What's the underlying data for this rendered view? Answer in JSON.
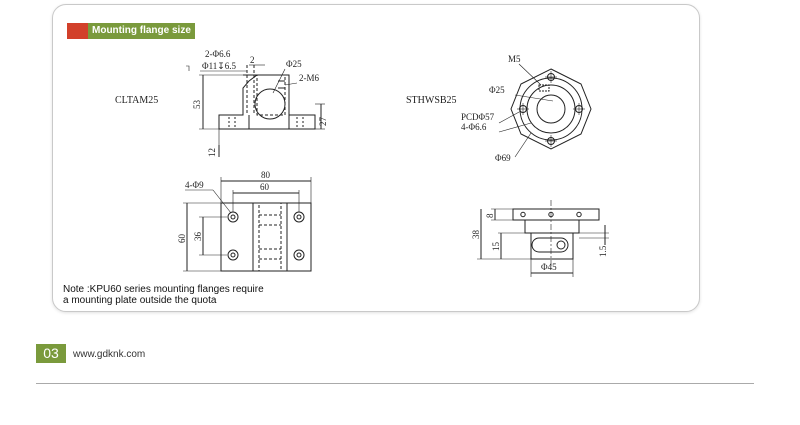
{
  "section": {
    "title": "Mounting flange size",
    "accent_red": "#d2402a",
    "accent_green": "#7a9a3c"
  },
  "drawing1": {
    "model": "CLTAM25",
    "dims": {
      "holes": "2-Φ6.6",
      "counterbore": "Φ11↧6.5",
      "gap": "2",
      "bore": "Φ25",
      "thread": "2-M6",
      "height": "53",
      "center_height": "27",
      "base": "12"
    }
  },
  "drawing2": {
    "model": "STHWSB25",
    "dims": {
      "thread": "M5",
      "bore": "Φ25",
      "pcd": "PCDΦ57",
      "holes": "4-Φ6.6",
      "outer": "Φ69"
    }
  },
  "drawing3": {
    "dims": {
      "length": "80",
      "hole_pitch": "60",
      "holes": "4-Φ9",
      "width": "60",
      "width_pitch": "36"
    }
  },
  "drawing4": {
    "dims": {
      "flange": "8",
      "total": "38",
      "height": "15",
      "diameter": "Φ45",
      "offset": "1.5"
    }
  },
  "note": {
    "line1": "Note :KPU60 series mounting flanges require",
    "line2": "a mounting plate outside the quota"
  },
  "footer": {
    "page_number": "03",
    "url": "www.gdknk.com"
  }
}
